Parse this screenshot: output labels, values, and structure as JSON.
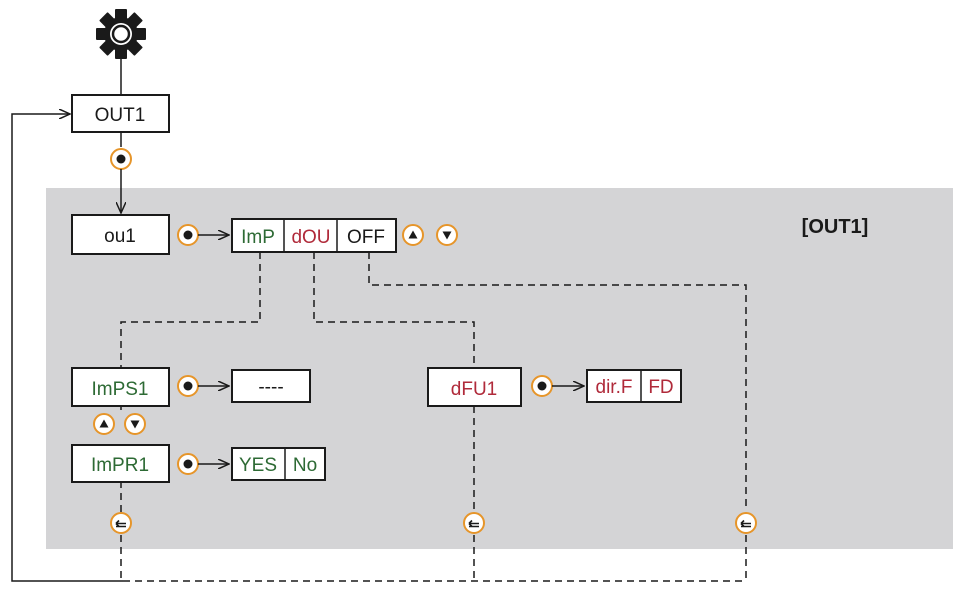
{
  "section_label": "[OUT1]",
  "menu": {
    "label": "OUT1"
  },
  "param": {
    "label": "ou1"
  },
  "options": [
    {
      "label": "ImP",
      "color": "#2d6a34"
    },
    {
      "label": "dOU",
      "color": "#b02a3a"
    },
    {
      "label": "OFF",
      "color": "#1a1a1a"
    }
  ],
  "imp": {
    "imps1": {
      "label": "ImPS1",
      "value": "----"
    },
    "impr1": {
      "label": "ImPR1",
      "options": [
        "YES",
        "No"
      ]
    }
  },
  "dou": {
    "dfu1": {
      "label": "dFU1",
      "options": [
        "dir.F",
        "FD"
      ]
    }
  },
  "colors": {
    "panel": "#d4d4d6",
    "green": "#2d6a34",
    "red": "#b02a3a",
    "button_border": "#e6952a"
  },
  "icons": [
    "gear-icon",
    "enter-button-icon",
    "up-button-icon",
    "down-button-icon",
    "return-button-icon"
  ]
}
